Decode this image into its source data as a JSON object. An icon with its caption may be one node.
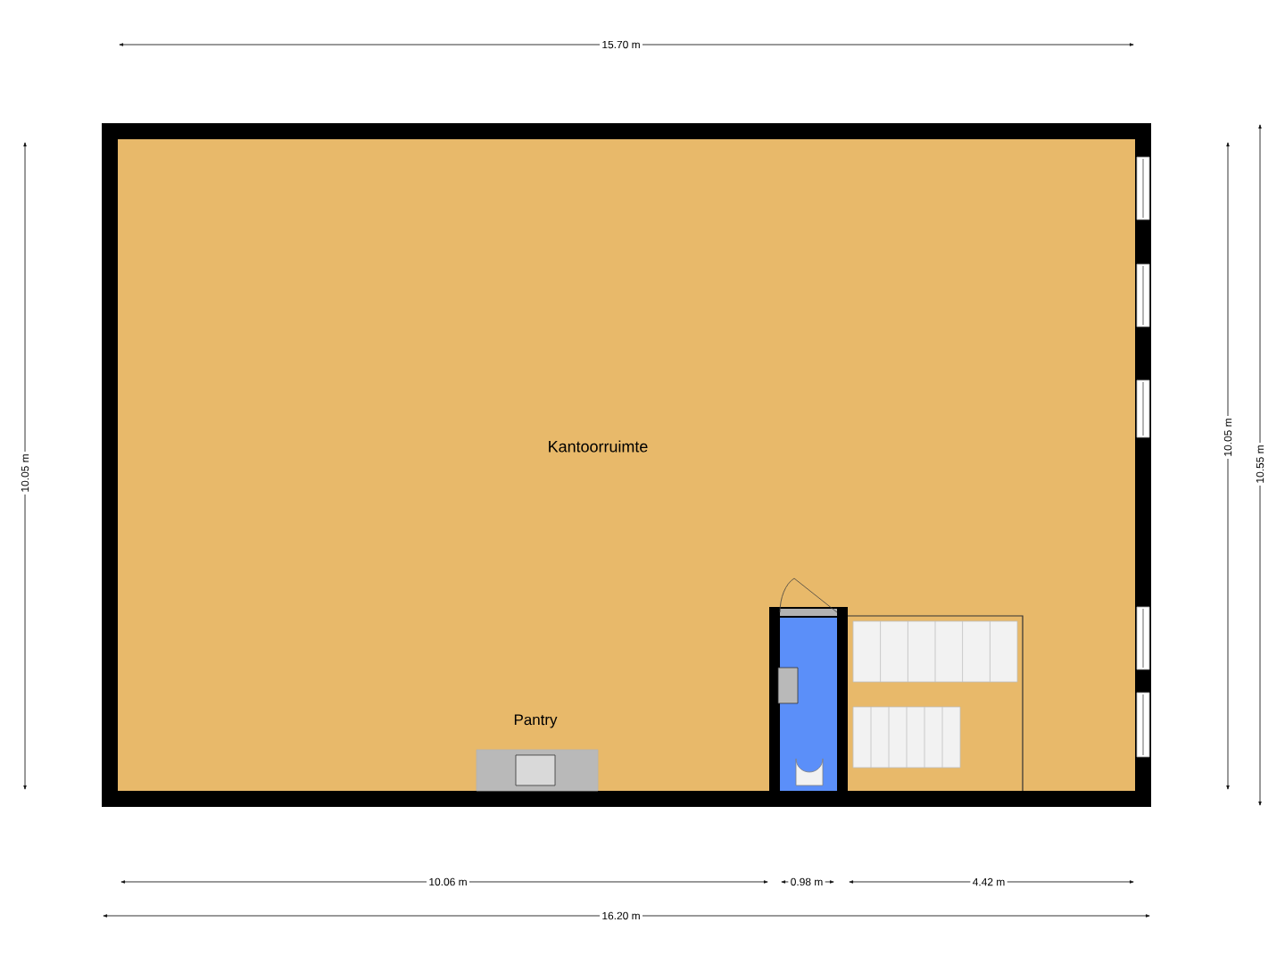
{
  "diagram": {
    "labels": [
      "15.70 m",
      "10.05 m",
      "Kantoorruimte",
      "Pantry",
      "10.05 m",
      "10.55 m",
      "10.06 m",
      "0.98 m",
      "4.42 m",
      "16.20 m"
    ]
  }
}
